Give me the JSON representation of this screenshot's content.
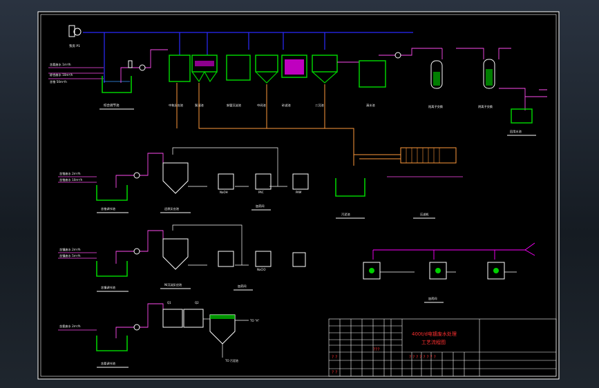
{
  "labels": {
    "pump_room": "泵房 P1",
    "feed_top1": "含氰废水 1m³/h",
    "feed_top2": "综合废水 10m³/h",
    "feed_top3": "含铬 50m³/h",
    "tank_main": "综合调节池",
    "t1": "中和反应池",
    "t2": "絮凝池",
    "t3": "斜管沉淀池",
    "t4": "中间池",
    "t5": "砂滤池",
    "t6": "二沉池",
    "t7": "清水池",
    "resin1": "阳离子交换",
    "resin2": "阴离子交换",
    "return_tank": "回用水池",
    "pit_tank": "污泥池",
    "filter_press": "压滤机",
    "feed_r2a": "含铬废水 2m³/h",
    "feed_r2b": "含铬废水 10m³/h",
    "tank_r2": "含铬调节池",
    "reactor_r2": "还原反应池",
    "dose_r2": "加药间",
    "feed_r3a": "含镍废水 2m³/h",
    "feed_r3b": "含镍废水 5m³/h",
    "tank_r3": "含镍调节池",
    "reactor_r3": "Ni沉淀反应池",
    "dose_r3": "加药间",
    "feed_r4": "含氰废水 2m³/h",
    "tank_r4": "含氰调节池",
    "dosing_right": "加药间",
    "sludge_to": "TO 污泥池",
    "to_a": "TO \"A\"",
    "q1": "Q1",
    "q2": "Q2",
    "chem1": "NaOH",
    "chem2": "PAC",
    "chem3": "PAM",
    "chem4": "NaClO"
  },
  "title_block": {
    "line1": "400t/d电镀废水处理",
    "line2": "工艺流程图",
    "row1": "? ? ? ? ? ? ? ?",
    "row2": "???",
    "row3": "? ?",
    "row4": "? ?"
  },
  "colors": {
    "frame_bg": "#000000",
    "border": "#ffffff",
    "water": "#00d000",
    "air": "#2222ff",
    "sludge": "#ff9a3c",
    "chemical": "#ff00ff",
    "text": "#ffffff",
    "title": "#ff3030"
  }
}
